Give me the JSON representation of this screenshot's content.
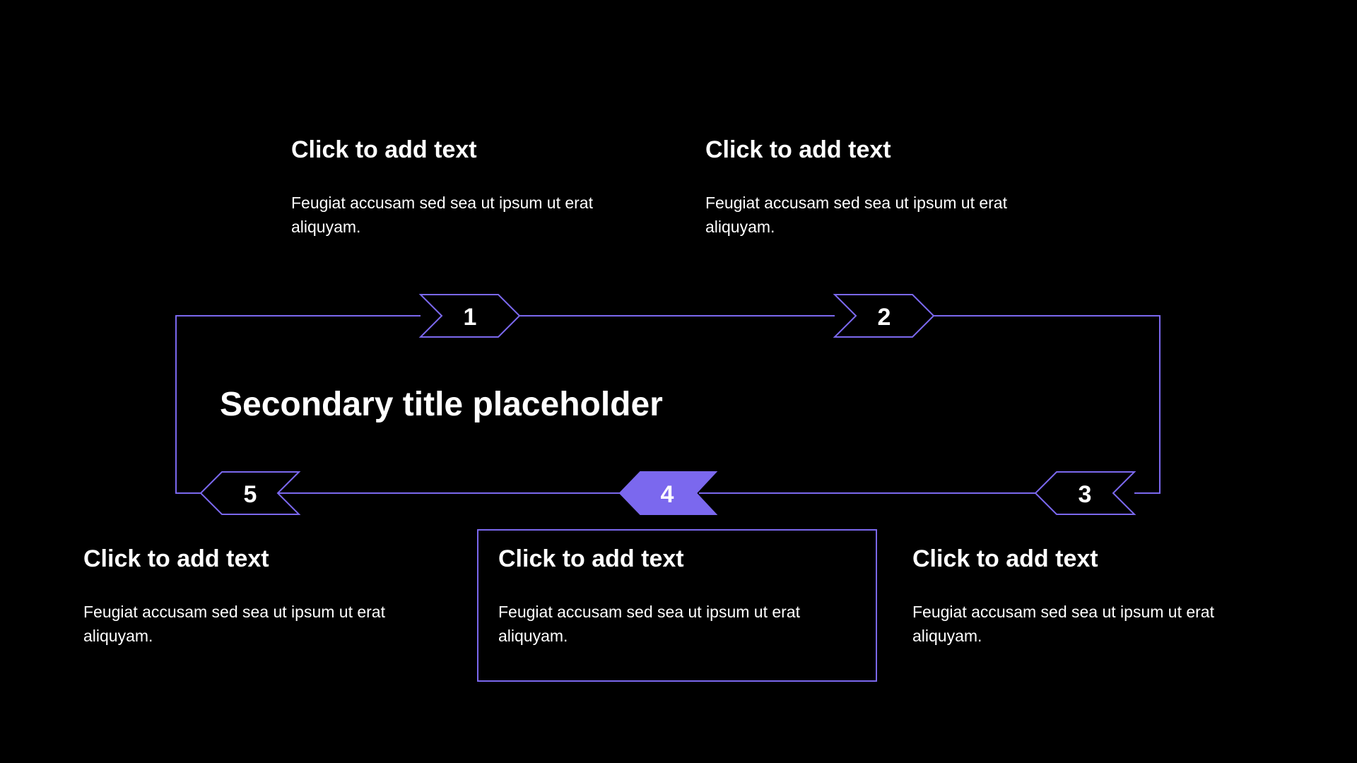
{
  "colors": {
    "background": "#000000",
    "accent": "#7b68ee",
    "text": "#ffffff"
  },
  "secondary_title": "Secondary title placeholder",
  "steps": [
    {
      "number": "1",
      "heading": "Click to add text",
      "body": "Feugiat accusam sed sea ut ipsum ut erat aliquyam."
    },
    {
      "number": "2",
      "heading": "Click to add text",
      "body": "Feugiat accusam sed sea ut ipsum ut erat aliquyam."
    },
    {
      "number": "3",
      "heading": "Click to add text",
      "body": "Feugiat accusam sed sea ut ipsum ut erat aliquyam."
    },
    {
      "number": "4",
      "heading": "Click to add text",
      "body": "Feugiat accusam sed sea ut ipsum ut erat aliquyam.",
      "highlighted": true
    },
    {
      "number": "5",
      "heading": "Click to add text",
      "body": "Feugiat accusam sed sea ut ipsum ut erat aliquyam."
    }
  ]
}
